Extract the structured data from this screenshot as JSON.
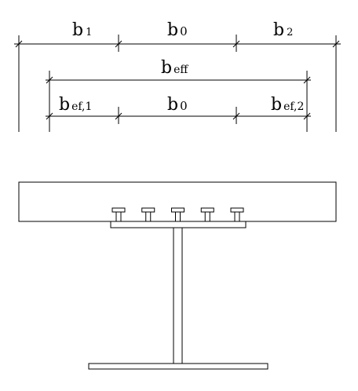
{
  "labels": {
    "b1_main": "b",
    "b1_sub": "1",
    "b0_top_main": "b",
    "b0_top_sub": "0",
    "b2_main": "b",
    "b2_sub": "2",
    "beff_main": "b",
    "beff_sub": "eff",
    "bef1_main": "b",
    "bef1_sub": "ef,1",
    "b0_bottom_main": "b",
    "b0_bottom_sub": "0",
    "bef2_main": "b",
    "bef2_sub": "ef,2"
  },
  "shear_connector_count": 5
}
